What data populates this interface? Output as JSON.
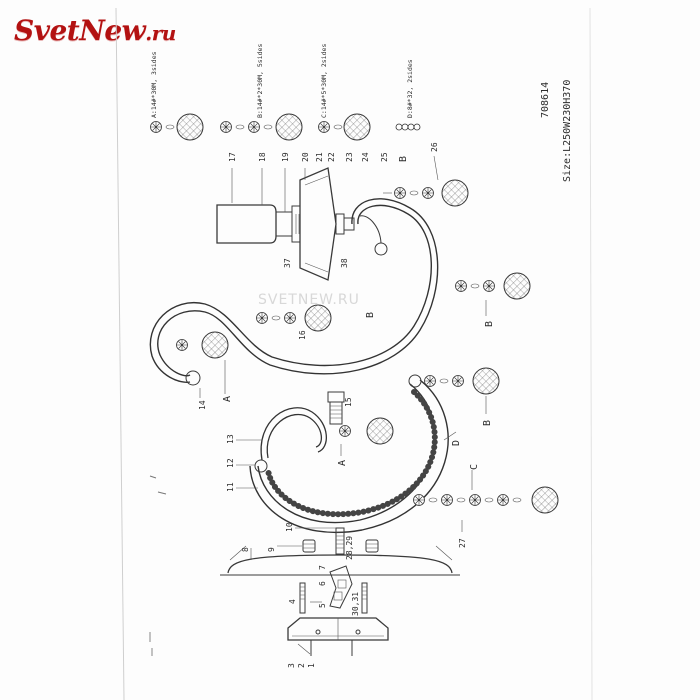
{
  "logo": {
    "part1": "Svet",
    "part2": "New",
    "part3": ".ru"
  },
  "watermark": "SVETNEW.RU",
  "model_number": "708614",
  "size_text": "Size:L250W230H370",
  "legend": [
    {
      "text": "A:14#*30M, 3sides",
      "icon": "crystal-strand-icon"
    },
    {
      "text": "B:14#*2*30M, 5sides",
      "icon": "crystal-strand-icon"
    },
    {
      "text": "C:14#*5*30M, 2sides",
      "icon": "crystal-strand-icon"
    },
    {
      "text": "D:8#*32, 2sides",
      "icon": "bead-chain-icon"
    }
  ],
  "part_numbers": {
    "n1": "1",
    "n2": "2",
    "n3": "3",
    "n4": "4",
    "n5": "5",
    "n6": "6",
    "n7": "7",
    "n8": "8",
    "n9": "9",
    "n10": "10",
    "n11": "11",
    "n12": "12",
    "n13": "13",
    "n14": "14",
    "n15": "15",
    "n16": "16",
    "n17": "17",
    "n18": "18",
    "n19": "19",
    "n20": "20",
    "n21": "21",
    "n22": "22",
    "n23": "23",
    "n24": "24",
    "n25": "25",
    "n26": "26",
    "n27": "27",
    "n28": "28,29",
    "n30": "30,31",
    "n37": "37",
    "n38": "38"
  },
  "strand_letters": {
    "A": "A",
    "B": "B",
    "C": "C",
    "D": "D"
  },
  "colors": {
    "logo": "#b31212",
    "line": "#3a3a3a"
  }
}
